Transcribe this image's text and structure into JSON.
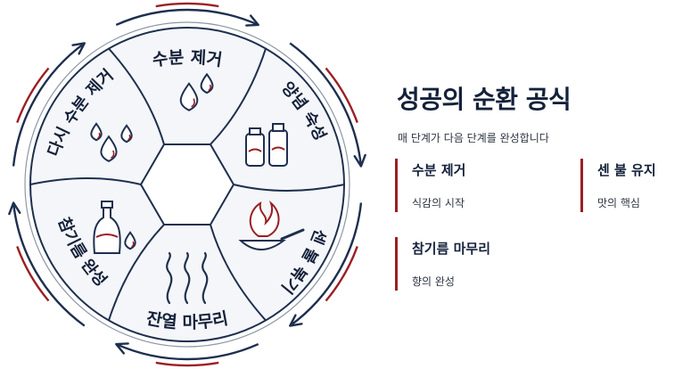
{
  "colors": {
    "navy": "#1e2f4f",
    "accent": "#9b1f24",
    "paper": "#f5f6f9",
    "text": "#14213a"
  },
  "cycle": {
    "stages": [
      {
        "label": "수분 제거",
        "icon": "water-drops-icon"
      },
      {
        "label": "양념 숙성",
        "icon": "sauce-jars-icon"
      },
      {
        "label": "센 불 볶기",
        "icon": "flame-wok-icon"
      },
      {
        "label": "잔열 마무리",
        "icon": "steam-icon"
      },
      {
        "label": "참기름 완성",
        "icon": "oil-bottle-icon"
      },
      {
        "label": "다시 수분 제거",
        "icon": "water-drops-icon"
      }
    ]
  },
  "panel": {
    "title": "성공의 순환 공식",
    "subtitle": "매 단계가 다음 단계를 완성합니다",
    "cards": [
      {
        "title": "수분 제거",
        "desc": "식감의 시작"
      },
      {
        "title": "센 불 유지",
        "desc": "맛의 핵심"
      },
      {
        "title": "참기름 마무리",
        "desc": "향의 완성"
      }
    ]
  }
}
